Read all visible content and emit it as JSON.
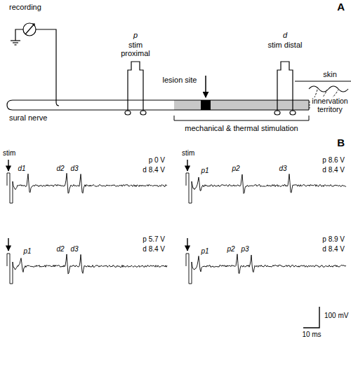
{
  "diagram": {
    "labels": [
      "recording",
      "A",
      "p",
      "stim proximal",
      "d",
      "stim distal",
      "lesion site",
      "skin",
      "innervation territory",
      "sural nerve",
      "mechanical & thermal stimulation",
      "B",
      "stim",
      "d1",
      "d2",
      "d3",
      "p 0 V",
      "d 8.4 V",
      "stim",
      "p1",
      "p2",
      "d3",
      "p 8.6 V",
      "d 8.4 V",
      "p1",
      "d2",
      "d3",
      "p 5.7 V",
      "d 8.4 V",
      "p1",
      "p2",
      "p3",
      "p 8.9 V",
      "d 8.4 V",
      "100 mV",
      "10 ms"
    ]
  }
}
